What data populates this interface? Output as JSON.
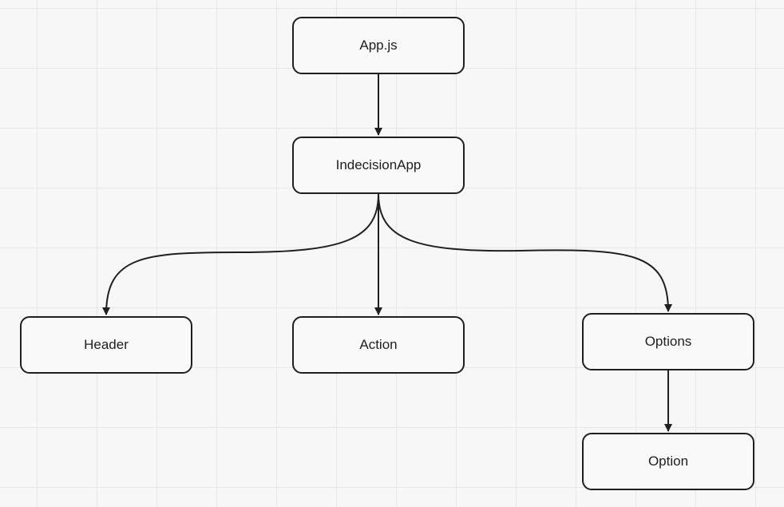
{
  "diagram": {
    "nodes": {
      "app": {
        "label": "App.js"
      },
      "indecision": {
        "label": "IndecisionApp"
      },
      "header": {
        "label": "Header"
      },
      "action": {
        "label": "Action"
      },
      "options": {
        "label": "Options"
      },
      "option": {
        "label": "Option"
      }
    },
    "edges": [
      {
        "from": "app",
        "to": "indecision"
      },
      {
        "from": "indecision",
        "to": "header"
      },
      {
        "from": "indecision",
        "to": "action"
      },
      {
        "from": "indecision",
        "to": "options"
      },
      {
        "from": "options",
        "to": "option"
      }
    ],
    "colors": {
      "stroke": "#1f1f1f",
      "node_fill": "#f9f9f9",
      "text": "#1e1e1e",
      "background": "#f7f7f7",
      "grid": "#e7e7e7"
    }
  }
}
